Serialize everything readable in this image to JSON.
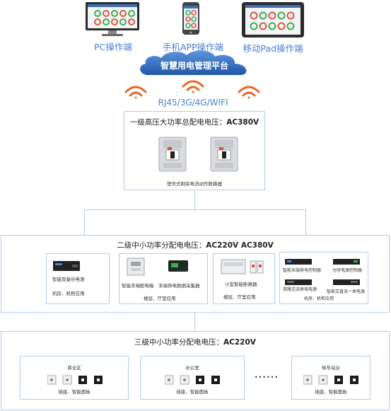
{
  "header": {
    "terminals": {
      "pc_label": "PC操作端",
      "app_label": "手机APP操作端",
      "pad_label": "移动Pad操作端"
    },
    "cloud_label": "智慧用电管理平台",
    "network_label": "RJ45/3G/4G/WIFI"
  },
  "tier1": {
    "title_prefix": "一级高压大功率总配电电压：",
    "title_voltage": "AC380V",
    "device_caption": "塑壳式剩余电流动作断路器"
  },
  "tier2": {
    "title_prefix": "二级中小功率分配电电压：",
    "title_voltage": "AC220V  AC380V",
    "panels": [
      {
        "labels": [
          "智能双备份电源"
        ],
        "caption": "机房、机柜应用"
      },
      {
        "labels": [
          "智能末端配电箱",
          "末端供电数据采集器"
        ],
        "caption": "楼层、厅室应用"
      },
      {
        "labels": [
          "小型智能断路器"
        ],
        "caption": "楼层、厅室应用"
      },
      {
        "labels": [
          "智能末端供电控制器",
          "分时电源控制器",
          "双路交流供电电源",
          "智能交直流一体电源"
        ],
        "caption": "机房、机柜应用"
      }
    ]
  },
  "tier3": {
    "title_prefix": "三级中小功率分配电电压：",
    "title_voltage": "AC220V",
    "zones": [
      {
        "name": "商业区",
        "caption": "插座、智能面板"
      },
      {
        "name": "办公室",
        "caption": "插座、智能面板"
      },
      {
        "name": "候车站台",
        "caption": "插座、智能面板"
      }
    ],
    "ellipsis": "••••••"
  },
  "colors": {
    "accent_blue": "#4a7fd6",
    "border": "#b7cbe6",
    "wifi_orange": "#e8672a",
    "cloud_blue": "#2a63b8"
  }
}
